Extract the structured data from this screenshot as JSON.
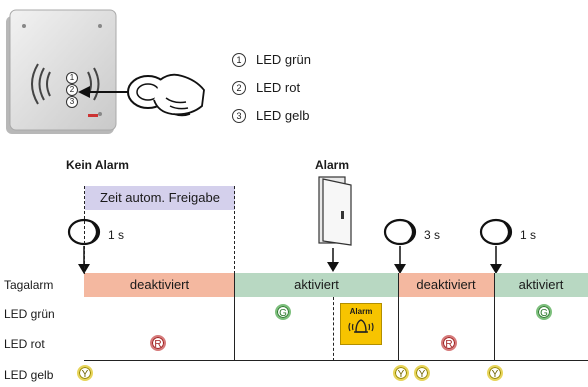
{
  "legend": [
    {
      "num": "1",
      "label": "LED grün"
    },
    {
      "num": "2",
      "label": "LED rot"
    },
    {
      "num": "3",
      "label": "LED gelb"
    }
  ],
  "device": {
    "led_nums": [
      "1",
      "2",
      "3"
    ]
  },
  "phases": {
    "kein_alarm": "Kein Alarm",
    "alarm": "Alarm"
  },
  "zeit_zone": "Zeit autom. Freigabe",
  "durations": {
    "t1": "1 s",
    "t2": "3 s",
    "t3": "1 s"
  },
  "rows": {
    "tagalarm": "Tagalarm",
    "gruen": "LED grün",
    "rot": "LED rot",
    "gelb": "LED gelb"
  },
  "bands": {
    "b1": "deaktiviert",
    "b2": "aktiviert",
    "b3": "deaktiviert",
    "b4": "aktiviert"
  },
  "led_letters": {
    "g": "G",
    "r": "R",
    "y": "Y"
  },
  "alarm_box_label": "Alarm",
  "colors": {
    "deaktiviert": "#f4b8a0",
    "aktiviert": "#b8d8c2",
    "zeit_zone": "#d4d0ec",
    "alarm_box": "#f7c400"
  }
}
